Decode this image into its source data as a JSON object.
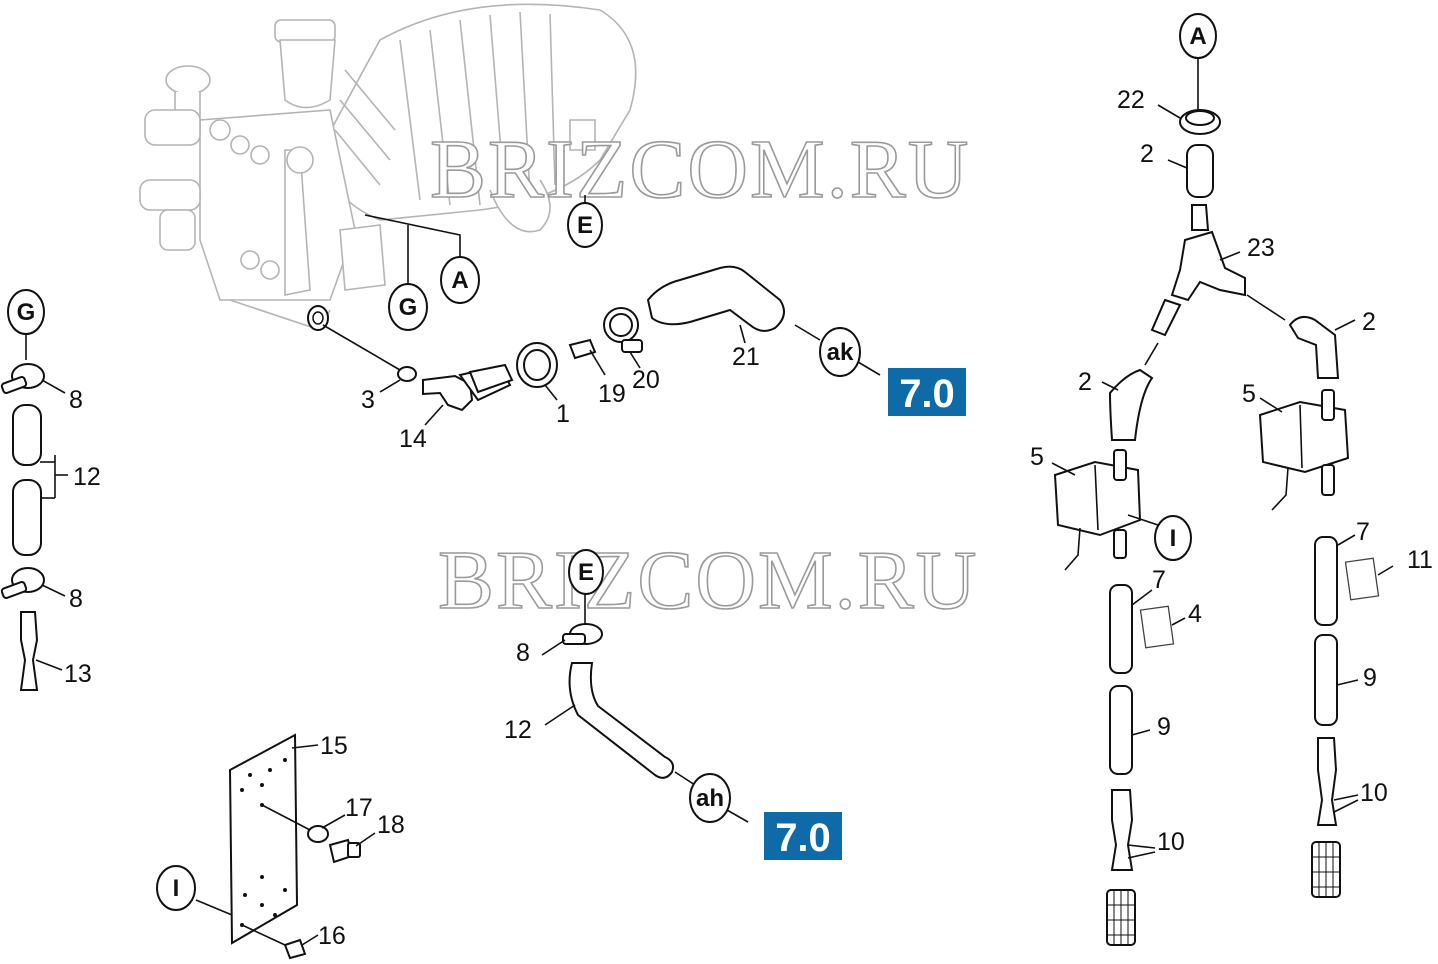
{
  "watermark": "BRIZCOM.RU",
  "page_refs": [
    "7.0",
    "7.0"
  ],
  "callout_letters": {
    "top_E": "E",
    "top_G": "G",
    "top_A": "A",
    "ak": "ak",
    "left_G": "G",
    "mid_E": "E",
    "ah": "ah",
    "bottom_I": "I",
    "right_A": "A",
    "right_I": "I"
  },
  "part_numbers": {
    "p3": "3",
    "p14": "14",
    "p1": "1",
    "p19": "19",
    "p20": "20",
    "p21": "21",
    "left_8a": "8",
    "left_12": "12",
    "left_8b": "8",
    "left_13": "13",
    "mid_8": "8",
    "mid_12": "12",
    "p15": "15",
    "p17": "17",
    "p18": "18",
    "p16": "16",
    "r22": "22",
    "r2a": "2",
    "r23": "23",
    "r2b": "2",
    "r2c": "2",
    "r5a": "5",
    "r5b": "5",
    "r7a": "7",
    "r4": "4",
    "r9a": "9",
    "r10a": "10",
    "r7b": "7",
    "r11": "11",
    "r9b": "9",
    "r10b": "10"
  },
  "colors": {
    "ref_box": "#0f6aa8",
    "line": "#111111",
    "faded": "#b4b4b4"
  }
}
